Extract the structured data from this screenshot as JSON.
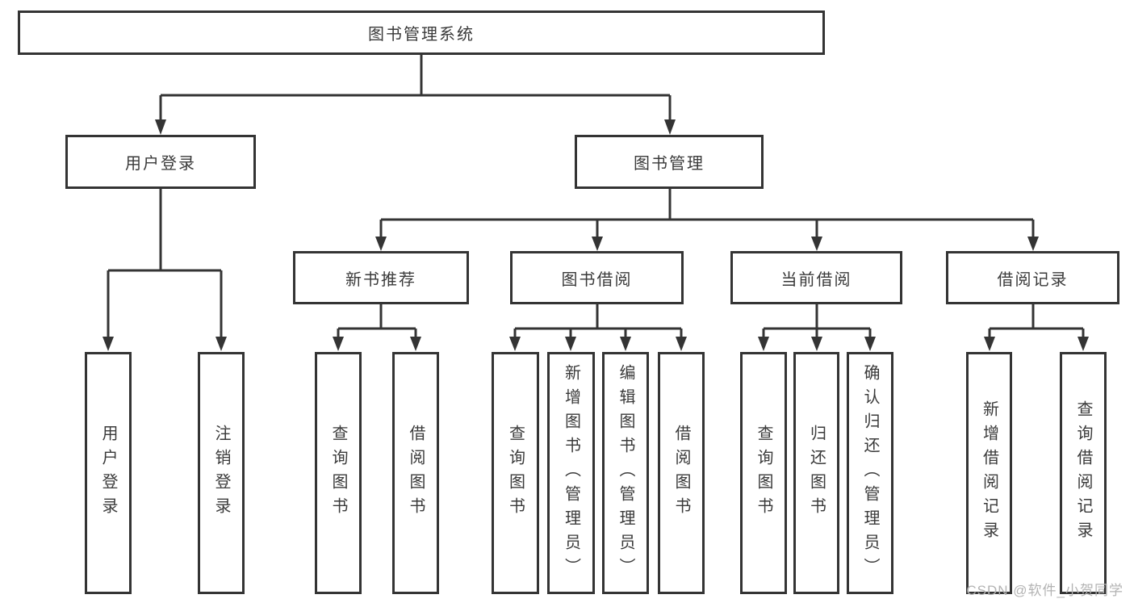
{
  "tree": {
    "root": "图书管理系统",
    "branches": [
      {
        "label": "用户登录",
        "children": [
          "用户登录",
          "注销登录"
        ]
      },
      {
        "label": "图书管理",
        "groups": [
          {
            "label": "新书推荐",
            "children": [
              "查询图书",
              "借阅图书"
            ]
          },
          {
            "label": "图书借阅",
            "children": [
              "查询图书",
              "新增图书（管理员）",
              "编辑图书（管理员）",
              "借阅图书"
            ]
          },
          {
            "label": "当前借阅",
            "children": [
              "查询图书",
              "归还图书",
              "确认归还（管理员）"
            ]
          },
          {
            "label": "借阅记录",
            "children": [
              "新增借阅记录",
              "查询借阅记录"
            ]
          }
        ]
      }
    ]
  },
  "watermark": {
    "text": "CSDN @软件_小贺同学"
  },
  "colors": {
    "line": "#343434",
    "box_border": "#343434",
    "text": "#3a3a3a",
    "watermark": "#b3b3b3",
    "background": "#ffffff"
  }
}
